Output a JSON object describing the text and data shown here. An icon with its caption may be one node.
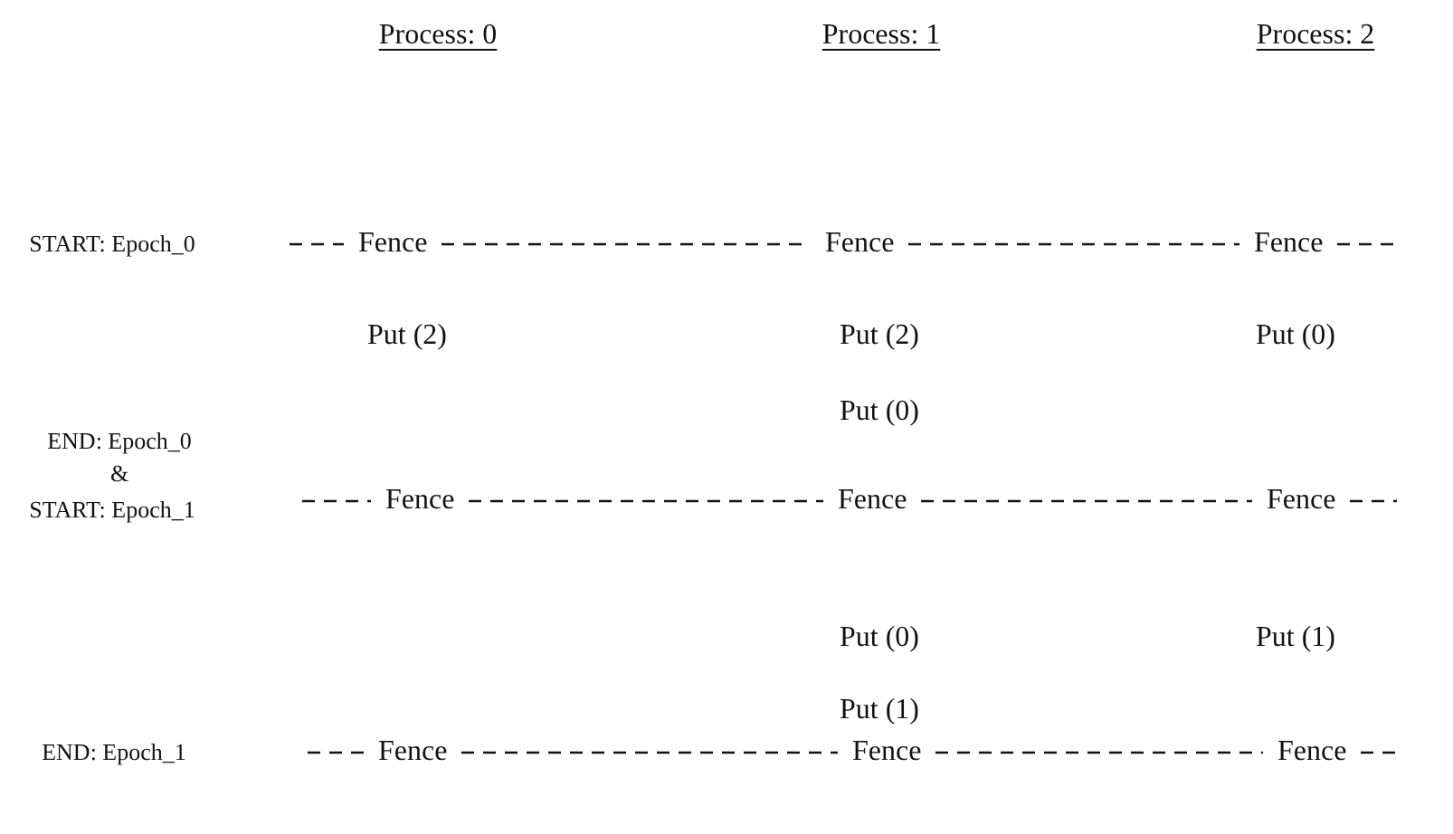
{
  "diagram": {
    "nodes": [
      {
        "text": [
          "Fence"
        ]
      },
      {
        "text": [
          "Fence"
        ]
      },
      {
        "text": [
          "Fence"
        ]
      },
      {
        "text": [
          "Fence"
        ]
      },
      {
        "text": [
          "Fence"
        ]
      },
      {
        "text": [
          "Fence"
        ]
      },
      {
        "text": [
          "Fence"
        ]
      },
      {
        "text": [
          "Fence"
        ]
      },
      {
        "text": [
          "Fence"
        ]
      }
    ],
    "edges": [
      {
        "from": null,
        "to": 0,
        "arrow": "none",
        "style": "dashed"
      },
      {
        "from": 0,
        "to": 1,
        "arrow": "none",
        "style": "dashed"
      },
      {
        "from": 1,
        "to": 2,
        "arrow": "none",
        "style": "dashed"
      },
      {
        "from": 2,
        "to": null,
        "arrow": "none",
        "style": "dashed"
      },
      {
        "from": null,
        "to": 3,
        "arrow": "none",
        "style": "dashed"
      },
      {
        "from": 3,
        "to": 4,
        "arrow": "none",
        "style": "dashed"
      },
      {
        "from": 4,
        "to": 5,
        "arrow": "none",
        "style": "dashed"
      },
      {
        "from": 5,
        "to": null,
        "arrow": "none",
        "style": "dashed"
      },
      {
        "from": null,
        "to": 6,
        "arrow": "none",
        "style": "dashed"
      },
      {
        "from": 6,
        "to": 7,
        "arrow": "none",
        "style": "dashed"
      },
      {
        "from": 7,
        "to": 8,
        "arrow": "none",
        "style": "dashed"
      },
      {
        "from": 8,
        "to": null,
        "arrow": "none",
        "style": "dashed"
      }
    ],
    "labels": [
      "Process: 0",
      "Process: 1",
      "Process: 2",
      "START: Epoch_0",
      "Put (2)",
      "Put (2)",
      "Put (0)",
      "Put (0)",
      "END: Epoch_0",
      "&",
      "START: Epoch_1",
      "Put (0)",
      "Put (1)",
      "Put (1)",
      "END: Epoch_1"
    ]
  }
}
